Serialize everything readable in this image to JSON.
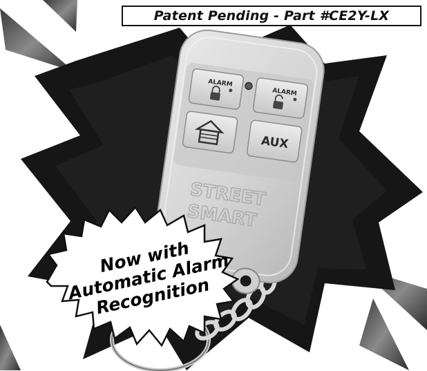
{
  "banner": {
    "text": "Patent Pending - Part #CE2Y-LX"
  },
  "remote": {
    "button_top_left": "ALARM",
    "button_top_right": "ALARM",
    "button_bottom_right": "AUX",
    "brand_line1": "STREET",
    "brand_line2": "SMART"
  },
  "callout": {
    "line1": "Now with",
    "line2": "Automatic Alarm",
    "line3": "Recognition"
  },
  "colors": {
    "background": "#ffffff",
    "starburst": "#161616",
    "remote_body": "#d9d9d9",
    "callout_fill": "#ffffff"
  },
  "icons": [
    "lock-icon",
    "house-icon",
    "led-icon",
    "keyring-icon"
  ]
}
